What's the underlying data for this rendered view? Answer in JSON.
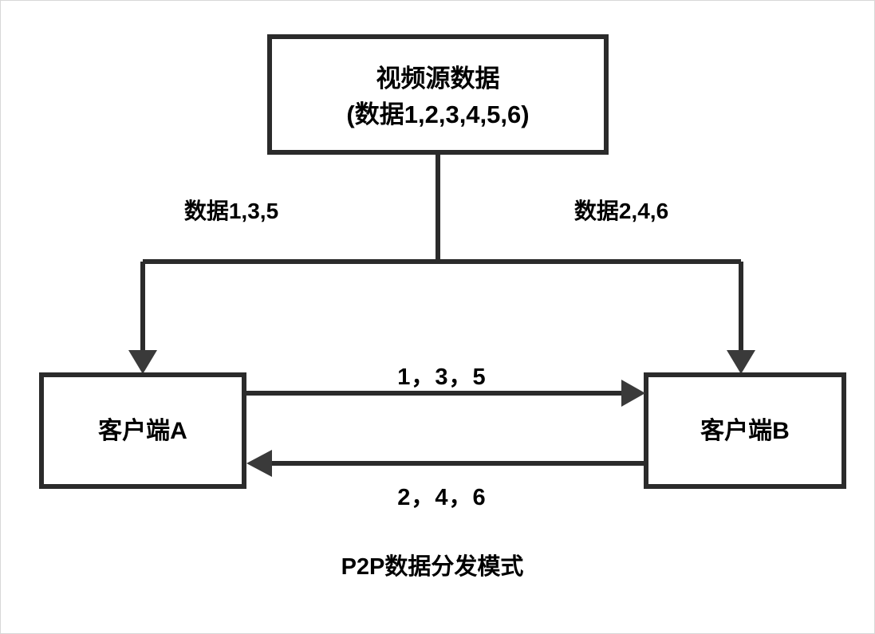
{
  "diagram": {
    "caption": "P2P数据分发模式",
    "nodes": {
      "source": {
        "line1": "视频源数据",
        "line2": "(数据1,2,3,4,5,6)"
      },
      "client_a": {
        "label": "客户端A"
      },
      "client_b": {
        "label": "客户端B"
      }
    },
    "edges": {
      "source_to_a": {
        "label": "数据1,3,5"
      },
      "source_to_b": {
        "label": "数据2,4,6"
      },
      "a_to_b": {
        "label": "1，3，5"
      },
      "b_to_a": {
        "label": "2，4，6"
      }
    },
    "colors": {
      "stroke": "#2b2b2b",
      "arrow": "#3a3a3a",
      "text": "#000000",
      "background": "#ffffff",
      "page_border": "#d8d8d8"
    }
  }
}
